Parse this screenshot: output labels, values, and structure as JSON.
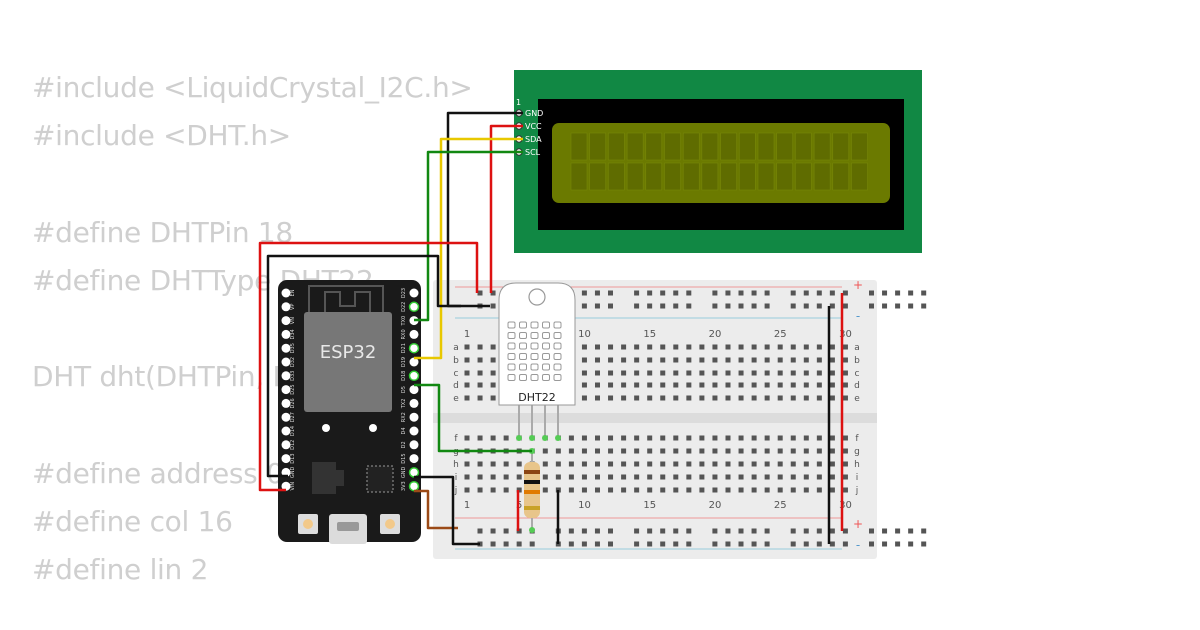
{
  "code_lines": [
    "#include <LiquidCrystal_I2C.h>",
    "#include <DHT.h>",
    "",
    "#define DHTPin 18",
    "#define DHTType DHT22",
    "",
    "DHT dht(DHTPin, DHTType);",
    "",
    "#define address 0x27",
    "#define col 16",
    "#define lin 2"
  ],
  "lcd": {
    "pin_number": "1",
    "pins": [
      "GND",
      "VCC",
      "SDA",
      "SCL"
    ],
    "colors": {
      "board": "#118844",
      "bezel": "#000000",
      "screen": "#6b7a00"
    }
  },
  "esp32": {
    "chip_label": "ESP32",
    "left_pins": [
      "EN",
      "VP",
      "VN",
      "D34",
      "D35",
      "D32",
      "D33",
      "D25",
      "D26",
      "D27",
      "D14",
      "D12",
      "D13",
      "GND",
      "VIN"
    ],
    "right_pins": [
      "D23",
      "D22",
      "TX0",
      "RX0",
      "D21",
      "D19",
      "D18",
      "D5",
      "TX2",
      "RX2",
      "D4",
      "D2",
      "D15",
      "GND",
      "3V3"
    ]
  },
  "dht": {
    "label": "DHT22"
  },
  "breadboard": {
    "column_numbers": [
      "1",
      "5",
      "10",
      "15",
      "20",
      "25",
      "30"
    ],
    "row_letters_top": [
      "a",
      "b",
      "c",
      "d",
      "e"
    ],
    "row_letters_bottom": [
      "f",
      "g",
      "h",
      "i",
      "j"
    ],
    "plus_sign": "+",
    "minus_sign": "-"
  },
  "wire_colors": {
    "gnd": "#111111",
    "vcc": "#dd1111",
    "sda": "#e8c800",
    "scl": "#118811",
    "brown": "#9b4a17"
  }
}
